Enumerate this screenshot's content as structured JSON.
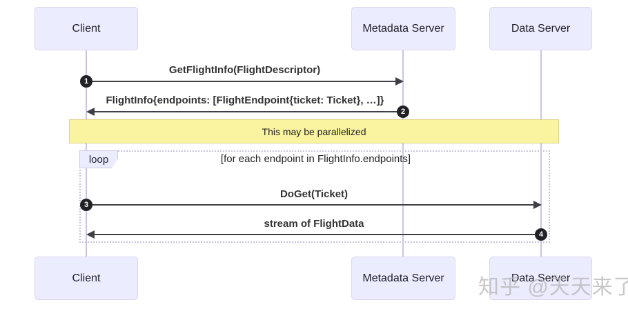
{
  "diagram": {
    "type": "sequence-diagram",
    "actors": [
      {
        "id": "client",
        "label": "Client"
      },
      {
        "id": "metadata",
        "label": "Metadata Server"
      },
      {
        "id": "data",
        "label": "Data Server"
      }
    ],
    "messages": [
      {
        "num": "1",
        "text": "GetFlightInfo(FlightDescriptor)",
        "from": "Client",
        "to": "Metadata Server",
        "direction": "right"
      },
      {
        "num": "2",
        "text": "FlightInfo{endpoints: [FlightEndpoint{ticket: Ticket}, …]}",
        "from": "Metadata Server",
        "to": "Client",
        "direction": "left"
      },
      {
        "num": "3",
        "text": "DoGet(Ticket)",
        "from": "Client",
        "to": "Data Server",
        "direction": "right"
      },
      {
        "num": "4",
        "text": "stream of FlightData",
        "from": "Data Server",
        "to": "Client",
        "direction": "left"
      }
    ],
    "note": {
      "text": "This may be parallelized"
    },
    "loop": {
      "label": "loop",
      "condition": "[for each endpoint in FlightInfo.endpoints]"
    },
    "watermark": {
      "text": "知乎 @天天来了"
    },
    "colors": {
      "actor_fill": "#ECECFF",
      "actor_border": "#d9d6ee",
      "lifeline": "#c9c5e4",
      "note_fill": "#faf3a0",
      "note_border": "#dcd287",
      "loop_border": "#c5c2de",
      "arrow": "#3f4045",
      "number_badge": "#222226",
      "text": "#333333"
    }
  }
}
